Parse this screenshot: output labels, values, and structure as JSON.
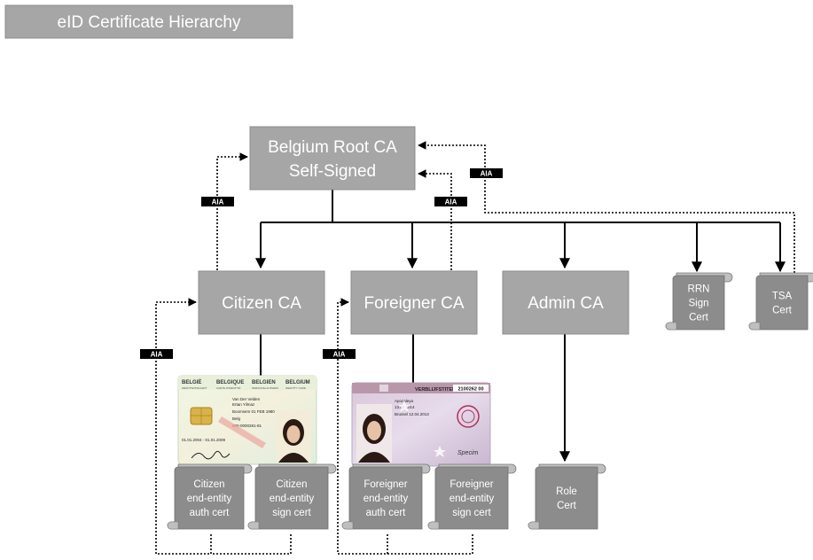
{
  "title": "eID Certificate Hierarchy",
  "nodes": {
    "root": [
      "Belgium Root CA",
      "Self-Signed"
    ],
    "citizen_ca": "Citizen CA",
    "foreigner_ca": "Foreigner CA",
    "admin_ca": "Admin CA"
  },
  "certs": {
    "rrn": [
      "RRN",
      "Sign",
      "Cert"
    ],
    "tsa": [
      "TSA",
      "Cert"
    ],
    "citizen_auth": [
      "Citizen",
      "end-entity",
      "auth cert"
    ],
    "citizen_sign": [
      "Citizen",
      "end-entity",
      "sign cert"
    ],
    "foreigner_auth": [
      "Foreigner",
      "end-entity",
      "auth cert"
    ],
    "foreigner_sign": [
      "Foreigner",
      "end-entity",
      "sign cert"
    ],
    "role": [
      "Role",
      "Cert"
    ]
  },
  "aia_label": "AIA",
  "citizen_card": {
    "header": [
      "BELGIË",
      "BELGIQUE",
      "BELGIEN",
      "BELGIUM"
    ],
    "subheader": [
      "IDENTITEITSKAART",
      "CARTE D'IDENTITÉ",
      "PERSONALAUSWEIS",
      "IDENTITY CARD"
    ],
    "surname": "Van Der Velden",
    "given_name": "Ertan Yilmaz",
    "birth": "Boomsem 01 FEB 1980",
    "nationality": "Belg",
    "card_no": "000-0000281-81",
    "validity": "01.01.2004 - 01.01.2009"
  },
  "foreigner_card": {
    "title": "VERBLIJFSTITEL",
    "number": "2100262 00",
    "name": "Apocaleya",
    "dates": [
      "13.04.2014",
      "Brussel 12.04.2013"
    ],
    "signature": "Specim"
  },
  "colors": {
    "box": "#a6a6a6",
    "cert": "#8c8c8c",
    "cert_curl": "#bfbfbf",
    "line": "#000000",
    "aia_bg": "#000000"
  }
}
